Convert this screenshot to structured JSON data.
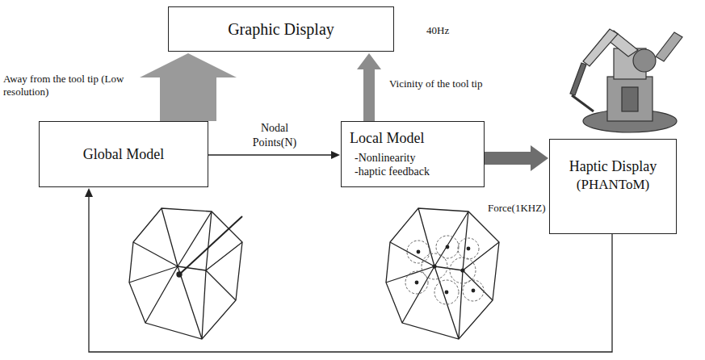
{
  "diagram": {
    "nodes": [
      {
        "text": [
          "Graphic Display"
        ]
      },
      {
        "text": [
          "Global Model"
        ]
      },
      {
        "text": [
          "Local Model",
          "-Nonlinearity",
          "-haptic feedback"
        ]
      },
      {
        "text": [
          "Haptic Display",
          "(PHANToM)"
        ]
      }
    ],
    "edges": [
      {
        "from": 1,
        "to": 0,
        "arrow": "to",
        "label": "Away from the tool tip (Low resolution)"
      },
      {
        "from": 2,
        "to": 0,
        "arrow": "to",
        "label": "Vicinity of the tool tip"
      },
      {
        "from": 1,
        "to": 2,
        "arrow": "to",
        "label": "Nodal Points(N)"
      },
      {
        "from": 2,
        "to": 3,
        "arrow": "to",
        "label": "Force(1KHZ)"
      },
      {
        "from": 3,
        "to": 1,
        "arrow": "to"
      }
    ],
    "labels": [
      "40Hz"
    ]
  }
}
